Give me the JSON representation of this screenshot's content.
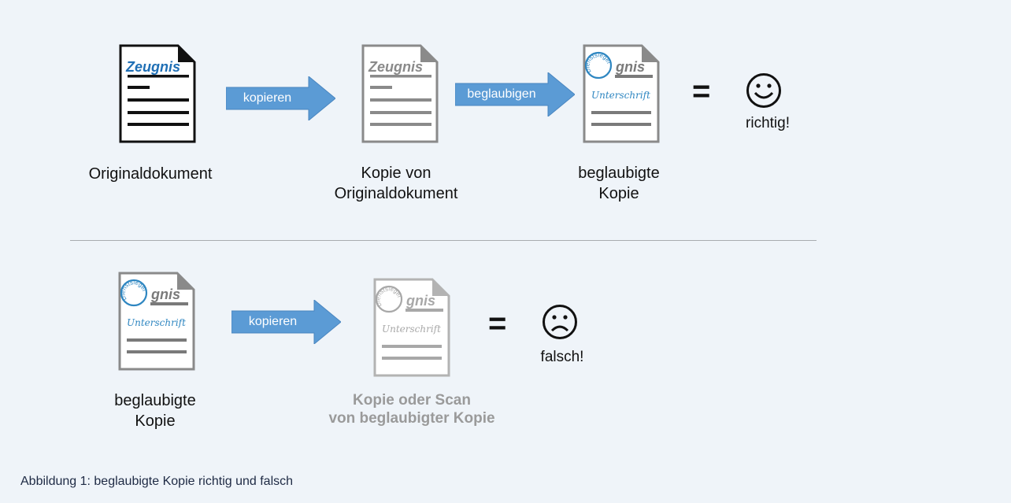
{
  "doc_title": "Zeugnis",
  "doc_title_partial": "gnis",
  "seal_text": "Dienstsiegel",
  "signature": "Unterschrift",
  "top_row": {
    "original_label": "Originaldokument",
    "copy_label_line1": "Kopie von",
    "copy_label_line2": "Originaldokument",
    "certified_label_line1": "beglaubigte",
    "certified_label_line2": "Kopie",
    "arrow1_label": "kopieren",
    "arrow2_label": "beglaubigen",
    "equals": "=",
    "result": "richtig!"
  },
  "bottom_row": {
    "certified_label_line1": "beglaubigte",
    "certified_label_line2": "Kopie",
    "arrow_label": "kopieren",
    "scan_label_line1": "Kopie oder Scan",
    "scan_label_line2": "von beglaubigter Kopie",
    "equals": "=",
    "result": "falsch!"
  },
  "caption": "Abbildung 1: beglaubigte Kopie richtig und falsch",
  "colors": {
    "arrow": "#5b9bd5",
    "seal": "#2e86c1",
    "title_blue": "#1f6fb5",
    "gray": "#8a8a8a"
  }
}
